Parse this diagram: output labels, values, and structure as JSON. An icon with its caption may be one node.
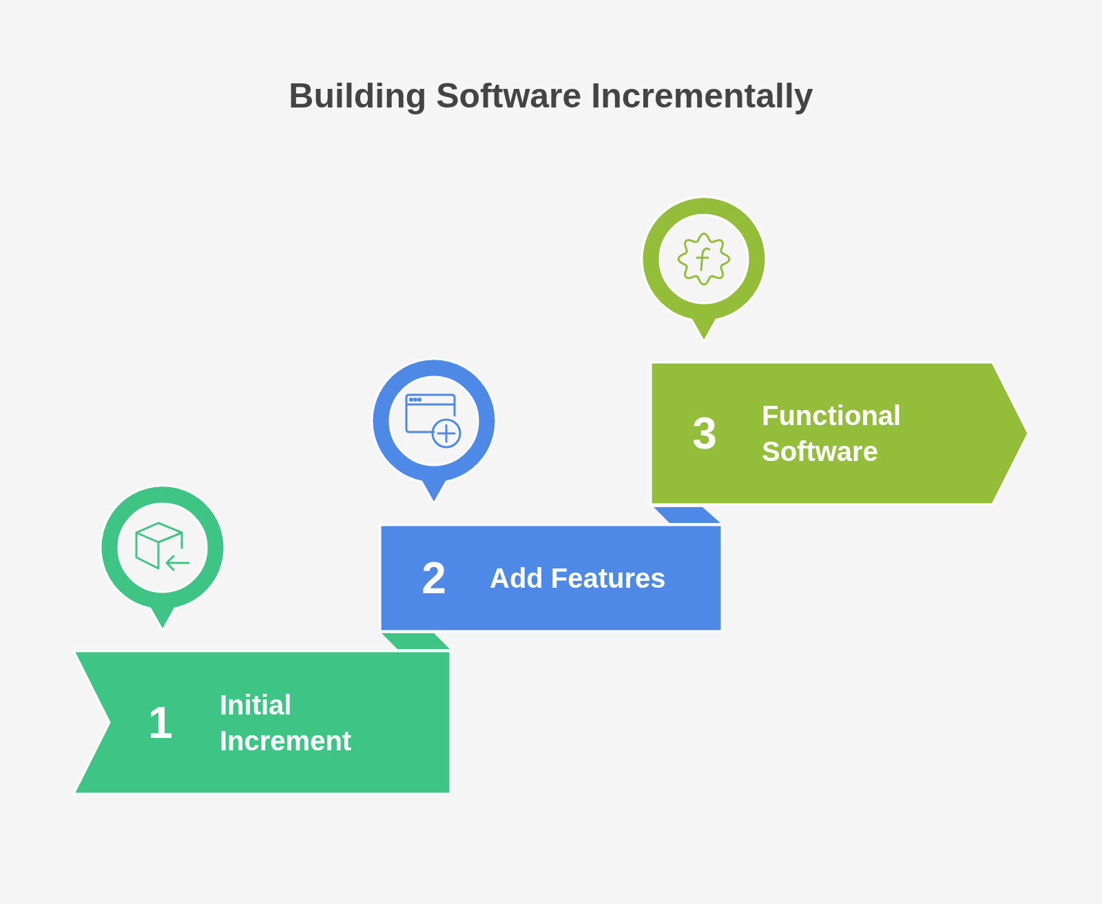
{
  "diagram": {
    "title": "Building Software Incrementally",
    "nodes": [
      {
        "text": [
          "1",
          "Initial Increment"
        ]
      },
      {
        "text": [
          "2",
          "Add Features"
        ]
      },
      {
        "text": [
          "3",
          "Functional Software"
        ]
      }
    ]
  }
}
